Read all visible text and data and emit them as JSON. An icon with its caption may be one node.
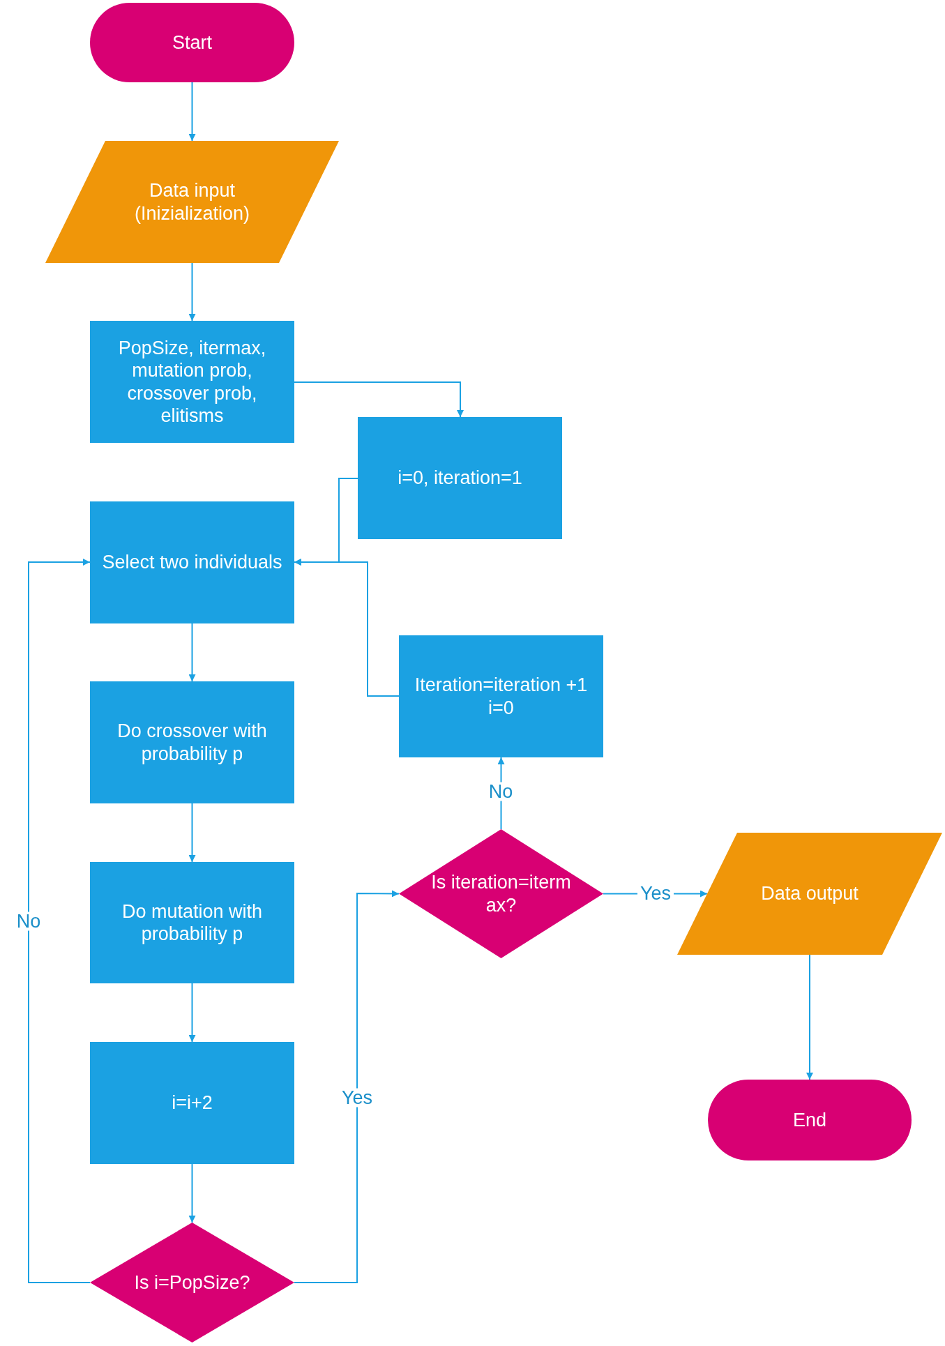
{
  "diagram": {
    "nodes": [
      {
        "text": [
          "Start"
        ]
      },
      {
        "text": [
          "Data input (Inizialization)"
        ]
      },
      {
        "text": [
          "PopSize, itermax, mutation prob, crossover prob, elitisms"
        ]
      },
      {
        "text": [
          "i=0, iteration=1"
        ]
      },
      {
        "text": [
          "Select two individuals"
        ]
      },
      {
        "text": [
          "Do crossover with probability p"
        ]
      },
      {
        "text": [
          "Do mutation with probability p"
        ]
      },
      {
        "text": [
          "i=i+2"
        ]
      },
      {
        "text": [
          "Is i=PopSize?"
        ]
      },
      {
        "text": [
          "Iteration=iteration +1 i=0"
        ]
      },
      {
        "text": [
          "Is iteration=itermax?"
        ]
      },
      {
        "text": [
          "Data output"
        ]
      },
      {
        "text": [
          "End"
        ]
      }
    ],
    "edges": [
      {
        "from": 0,
        "to": 1,
        "arrow": "to"
      },
      {
        "from": 1,
        "to": 2,
        "arrow": "to"
      },
      {
        "from": 2,
        "to": 3,
        "arrow": "to"
      },
      {
        "from": 3,
        "to": 4,
        "arrow": "to"
      },
      {
        "from": 4,
        "to": 5,
        "arrow": "to"
      },
      {
        "from": 5,
        "to": 6,
        "arrow": "to"
      },
      {
        "from": 6,
        "to": 7,
        "arrow": "to"
      },
      {
        "from": 7,
        "to": 8,
        "arrow": "to"
      },
      {
        "from": 8,
        "to": 4,
        "arrow": "to",
        "label": "No"
      },
      {
        "from": 8,
        "to": 10,
        "arrow": "to",
        "label": "Yes"
      },
      {
        "from": 10,
        "to": 9,
        "arrow": "to",
        "label": "No"
      },
      {
        "from": 9,
        "to": 4,
        "arrow": "to"
      },
      {
        "from": 10,
        "to": 11,
        "arrow": "to",
        "label": "Yes"
      },
      {
        "from": 11,
        "to": 12,
        "arrow": "to"
      }
    ]
  }
}
